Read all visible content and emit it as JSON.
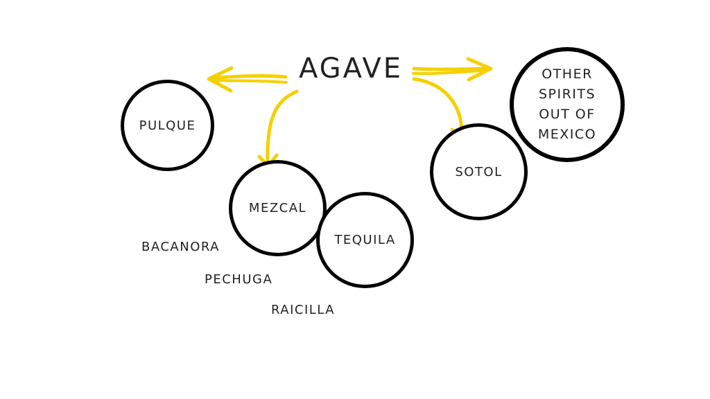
{
  "diagram": {
    "title": "AGAVE",
    "arrow_color": "#f5d000",
    "nodes": {
      "pulque": "PULQUE",
      "mezcal": "MEZCAL",
      "tequila": "TEQUILA",
      "sotol": "SOTOL",
      "other": "OTHER\nSPIRITS\nOUT OF\nMEXICO"
    },
    "mezcal_subtypes": [
      "BACANORA",
      "PECHUGA",
      "RAICILLA"
    ]
  }
}
